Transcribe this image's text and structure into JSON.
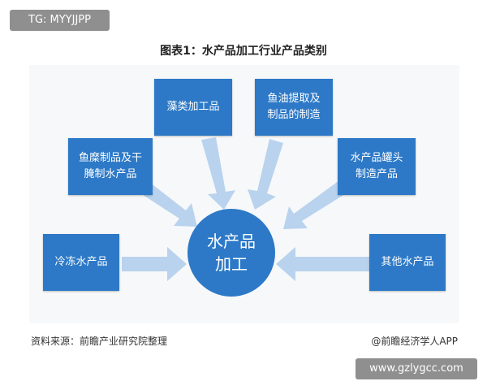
{
  "watermark_tag": "TG: MYYJJPP",
  "title": "图表1：水产品加工行业产品类别",
  "center": "水产品\n加工",
  "categories": [
    "冷冻水产品",
    "鱼糜制品及干\n腌制水产品",
    "藻类加工品",
    "鱼油提取及\n制品的制造",
    "水产品罐头\n制造产品",
    "其他水产品"
  ],
  "footer": {
    "source": "资料来源：前瞻产业研究院整理",
    "credit": "@前瞻经济学人APP"
  },
  "site_tag": "www.gzlygcc.com",
  "colors": {
    "box": "#2d79c7",
    "arrow": "#b9d3ee"
  }
}
